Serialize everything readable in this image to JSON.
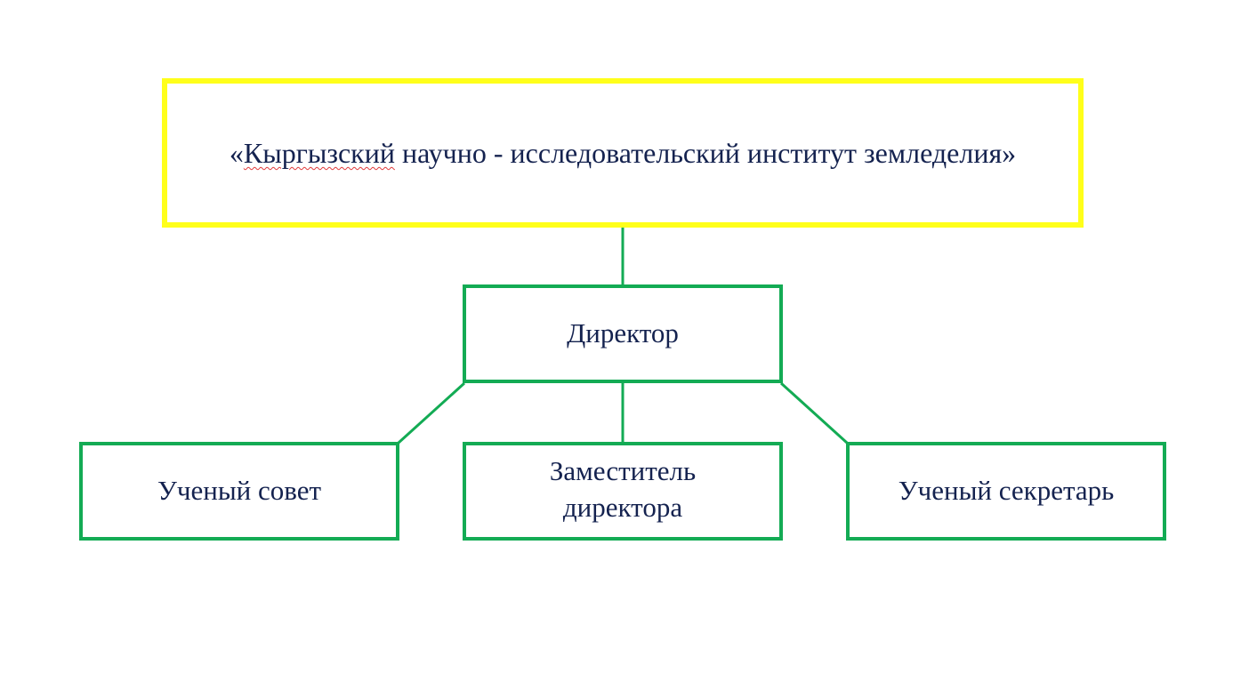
{
  "diagram": {
    "root": {
      "open_quote": "«",
      "first_word": "Кыргызский",
      "rest": " научно - исследовательский институт земледелия»"
    },
    "director": {
      "label": "Директор"
    },
    "subordinates": [
      {
        "label": "Ученый совет"
      },
      {
        "label": "Заместитель директора"
      },
      {
        "label": "Ученый секретарь"
      }
    ]
  },
  "colors": {
    "root_border": "#ffff1a",
    "node_border": "#13ab54",
    "connector": "#13ab54",
    "text": "#14224f",
    "spellcheck_underline": "#e03a3a"
  }
}
